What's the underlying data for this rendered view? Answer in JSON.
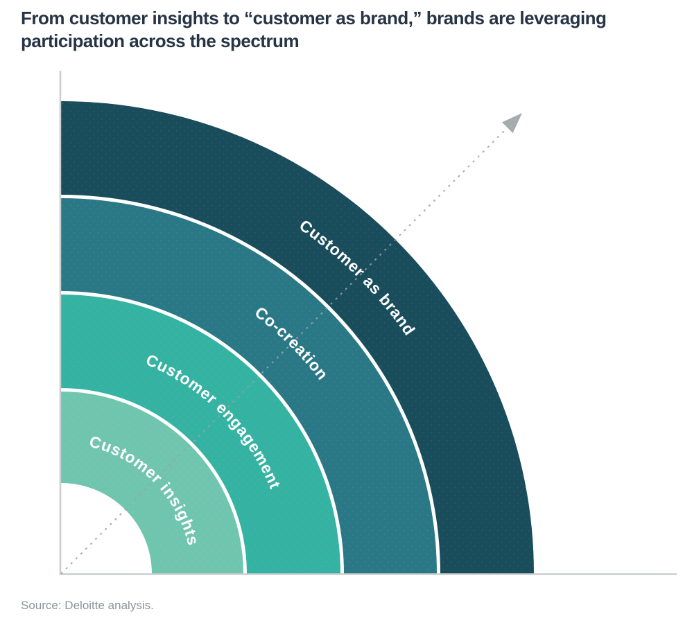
{
  "title": "From customer insights to “customer as brand,” brands are leveraging participation across the spectrum",
  "source": "Source: Deloitte analysis.",
  "colors": {
    "title_text": "#263445",
    "source_text": "#8d9399",
    "axis": "#c9cdce",
    "arrow": "#9ba2a6",
    "arrow_head": "#a6abae",
    "label_text": "#ffffff"
  },
  "chart_data": {
    "type": "concentric-quarter-ring-spectrum",
    "description": "Four concentric quarter-circle bands radiating from the axis origin, smallest to largest, crossed by a dashed diagonal arrow pointing up-right to show progression of customer participation",
    "rings": [
      {
        "order": 1,
        "label": "Customer insights",
        "color": "#70c5af"
      },
      {
        "order": 2,
        "label": "Customer engagement",
        "color": "#34b2a2"
      },
      {
        "order": 3,
        "label": "Co-creation",
        "color": "#2a7886"
      },
      {
        "order": 4,
        "label": "Customer as brand",
        "color": "#194d5b"
      }
    ],
    "arrow": {
      "style": "dashed",
      "direction": "up-right"
    },
    "axes": {
      "x_visible": true,
      "y_visible": true,
      "ticks": "none"
    }
  }
}
